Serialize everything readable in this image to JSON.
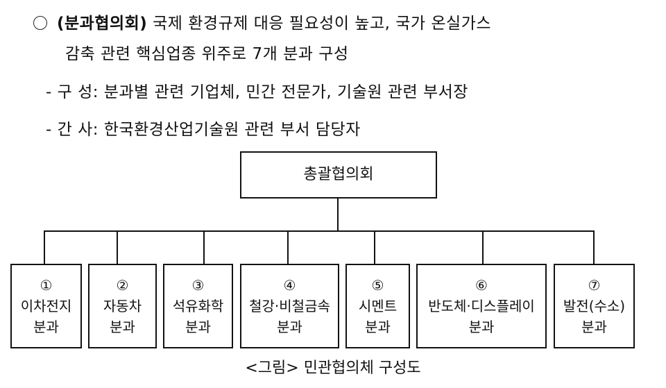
{
  "text": {
    "line1_label": "(분과협의회)",
    "line1_text": " 국제 환경규제 대응 필요성이 높고, 국가 온실가스",
    "line2_text": "감축 관련 핵심업종 위주로 7개 분과 구성",
    "line3_text": "- 구 성: 분과별 관련 기업체, 민간 전문가, 기술원 관련 부서장",
    "line4_text": "- 간 사: 한국환경산업기술원 관련 부서 담당자"
  },
  "diagram": {
    "root": "총괄협의회",
    "children": [
      {
        "num": "①",
        "name": "이차전지",
        "sub": "분과"
      },
      {
        "num": "②",
        "name": "자동차",
        "sub": "분과"
      },
      {
        "num": "③",
        "name": "석유화학",
        "sub": "분과"
      },
      {
        "num": "④",
        "name": "철강·비철금속",
        "sub": "분과"
      },
      {
        "num": "⑤",
        "name": "시멘트",
        "sub": "분과"
      },
      {
        "num": "⑥",
        "name": "반도체·디스플레이",
        "sub": "분과"
      },
      {
        "num": "⑦",
        "name": "발전(수소)",
        "sub": "분과"
      }
    ],
    "caption": "<그림> 민관협의체 구성도"
  }
}
